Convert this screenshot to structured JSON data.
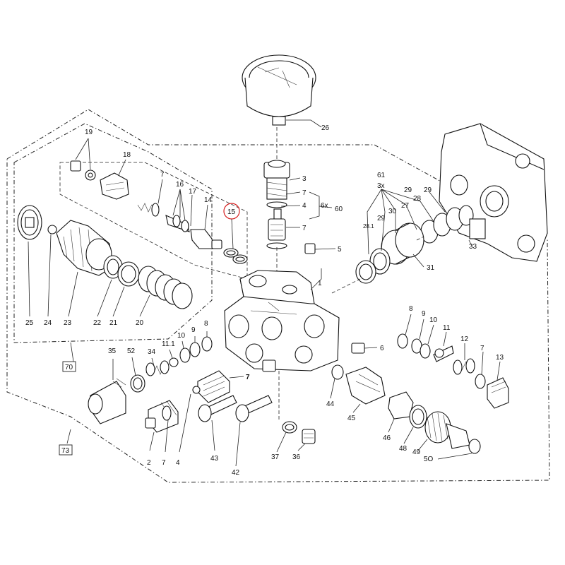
{
  "diagram": {
    "highlight_color": "#d62020",
    "callouts": {
      "n26": "26",
      "n3": "3",
      "n7a": "7",
      "n4a": "4",
      "n7b": "7",
      "n6x": "6x",
      "n60": "60",
      "n5": "5",
      "n1": "1",
      "n19": "19",
      "n18": "18",
      "n7c": "7",
      "n16": "16",
      "n17": "17",
      "n14": "14",
      "n15": "15",
      "n25": "25",
      "n24": "24",
      "n23": "23",
      "n22": "22",
      "n21": "21",
      "n20": "20",
      "n61": "61",
      "n3x": "3x",
      "n29a": "29",
      "n28": "28",
      "n27": "27",
      "n30": "30",
      "n29b": "29",
      "n281": "28.1",
      "n33": "33",
      "n31": "31",
      "n35": "35",
      "n52": "52",
      "n34": "34",
      "n111a": "11.1",
      "n10a": "10",
      "n9a": "9",
      "n8a": "8",
      "n7d": "7",
      "n2": "2",
      "n7e": "7",
      "n4b": "4",
      "n43": "43",
      "n42": "42",
      "n37": "37",
      "n36": "36",
      "n44": "44",
      "n45": "45",
      "n6": "6",
      "n46": "46",
      "n48": "48",
      "n49": "49",
      "n50": "5O",
      "n8b": "8",
      "n9b": "9",
      "n10b": "10",
      "n11": "11",
      "n12": "12",
      "n7f": "7",
      "n13": "13",
      "n70": "70",
      "n73": "73"
    }
  }
}
